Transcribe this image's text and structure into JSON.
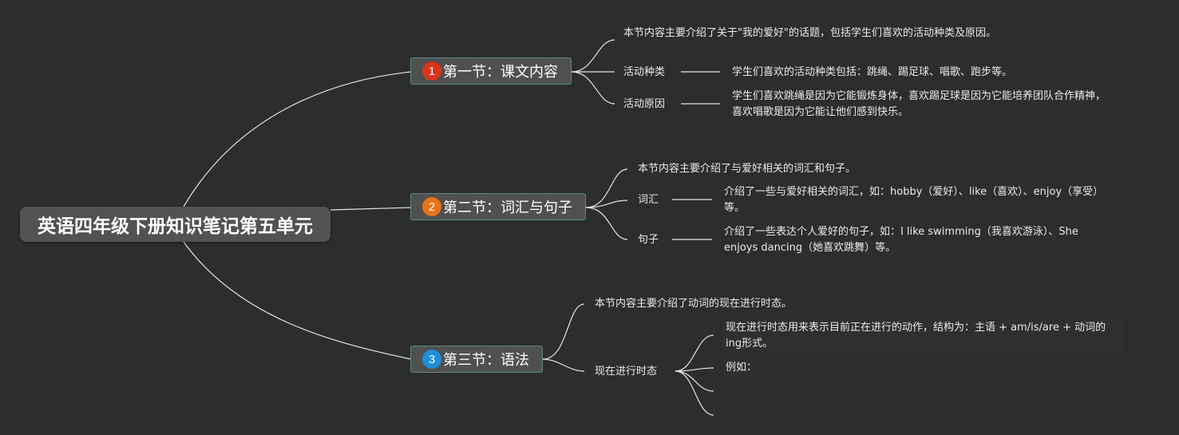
{
  "root": {
    "title": "英语四年级下册知识笔记第五单元"
  },
  "colors": {
    "background": "#2d2d2d",
    "badge1": "#d8341e",
    "badge2": "#e8731a",
    "badge3": "#1e8fd8",
    "line": "#e6e6e6"
  },
  "sections": [
    {
      "num": "1",
      "title": "第一节：课文内容",
      "summary": "本节内容主要介绍了关于\"我的爱好\"的话题，包括学生们喜欢的活动种类及原因。",
      "items": [
        {
          "label": "活动种类",
          "detail": "学生们喜欢的活动种类包括：跳绳、踢足球、唱歌、跑步等。"
        },
        {
          "label": "活动原因",
          "detail": "学生们喜欢跳绳是因为它能锻炼身体，喜欢踢足球是因为它能培养团队合作精神，喜欢唱歌是因为它能让他们感到快乐。"
        }
      ]
    },
    {
      "num": "2",
      "title": "第二节：词汇与句子",
      "summary": "本节内容主要介绍了与爱好相关的词汇和句子。",
      "items": [
        {
          "label": "词汇",
          "detail": "介绍了一些与爱好相关的词汇，如：hobby（爱好）、like（喜欢）、enjoy（享受）等。"
        },
        {
          "label": "句子",
          "detail": "介绍了一些表达个人爱好的句子，如：I like swimming（我喜欢游泳）、She enjoys dancing（她喜欢跳舞）等。"
        }
      ]
    },
    {
      "num": "3",
      "title": "第三节：语法",
      "summary": "本节内容主要介绍了动词的现在进行时态。",
      "items": [
        {
          "label": "现在进行时态",
          "subs": [
            "现在进行时态用来表示目前正在进行的动作，结构为：主语 + am/is/are + 动词的ing形式。",
            "例如："
          ]
        }
      ]
    }
  ]
}
